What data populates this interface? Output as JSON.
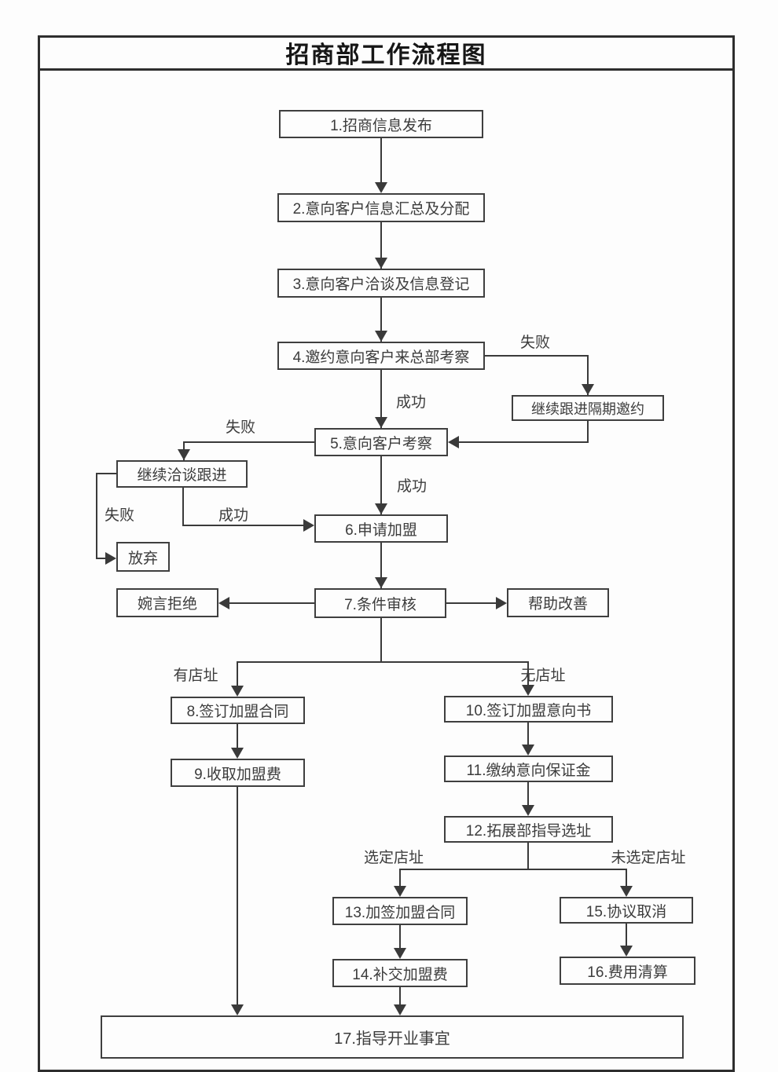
{
  "header": {
    "title": "招商部工作流程图"
  },
  "nodes": {
    "n1": {
      "label": "1.招商信息发布"
    },
    "n2": {
      "label": "2.意向客户信息汇总及分配"
    },
    "n3": {
      "label": "3.意向客户洽谈及信息登记"
    },
    "n4": {
      "label": "4.邀约意向客户来总部考察"
    },
    "n5": {
      "label": "5.意向客户考察"
    },
    "n6": {
      "label": "6.申请加盟"
    },
    "n7": {
      "label": "7.条件审核"
    },
    "n8": {
      "label": "8.签订加盟合同"
    },
    "n9": {
      "label": "9.收取加盟费"
    },
    "n10": {
      "label": "10.签订加盟意向书"
    },
    "n11": {
      "label": "11.缴纳意向保证金"
    },
    "n12": {
      "label": "12.拓展部指导选址"
    },
    "n13": {
      "label": "13.加签加盟合同"
    },
    "n14": {
      "label": "14.补交加盟费"
    },
    "n15": {
      "label": "15.协议取消"
    },
    "n16": {
      "label": "16.费用清算"
    },
    "n17": {
      "label": "17.指导开业事宜"
    },
    "follow_invite": {
      "label": "继续跟进隔期邀约"
    },
    "follow_talk": {
      "label": "继续洽谈跟进"
    },
    "give_up": {
      "label": "放弃"
    },
    "polite_refuse": {
      "label": "婉言拒绝"
    },
    "help_improve": {
      "label": "帮助改善"
    }
  },
  "edge_labels": {
    "fail_invite": "失败",
    "success_inspect": "成功",
    "fail_inspect": "失败",
    "success_apply": "成功",
    "fail_giveup": "失败",
    "success_talk": "成功",
    "has_site": "有店址",
    "no_site": "无店址",
    "site_selected": "选定店址",
    "site_not_selected": "未选定店址"
  },
  "colors": {
    "line": "#3a3a3a",
    "node_border": "#3f3f3f",
    "frame_border": "#2e2e2e",
    "text": "#3c3c3c",
    "background": "#fdfdfd"
  }
}
